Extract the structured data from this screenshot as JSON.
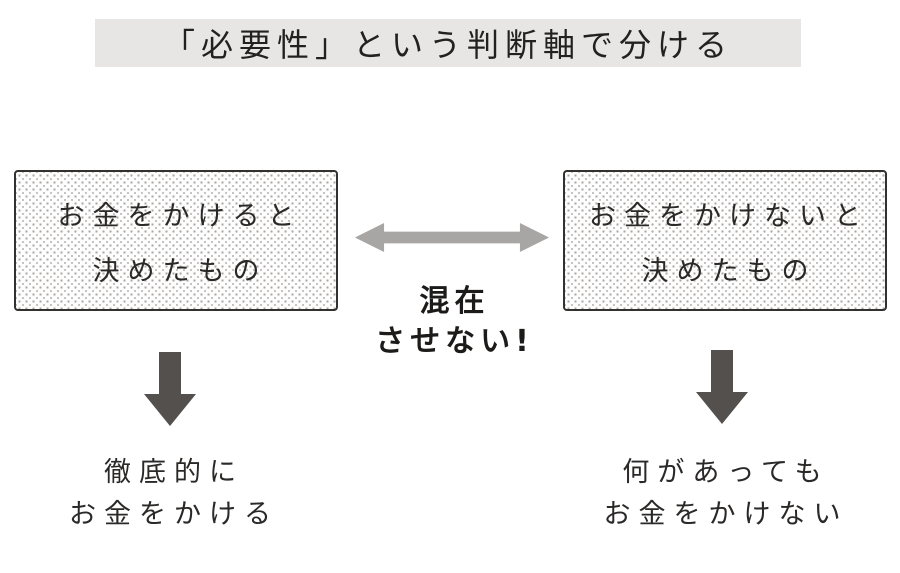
{
  "title": "「必要性」という判断軸で分ける",
  "boxes": {
    "left": {
      "line1": "お金をかけると",
      "line2": "決めたもの"
    },
    "right": {
      "line1": "お金をかけないと",
      "line2": "決めたもの"
    }
  },
  "center": {
    "line1": "混在",
    "line2": "させない!"
  },
  "results": {
    "left": {
      "line1": "徹底的に",
      "line2": "お金をかける"
    },
    "right": {
      "line1": "何があっても",
      "line2": "お金をかけない"
    }
  },
  "icons": {
    "between_boxes": "left-right-arrow-icon",
    "left_flow": "down-arrow-icon",
    "right_flow": "down-arrow-icon"
  },
  "colors": {
    "background": "#ffffff",
    "title_background": "#e7e6e4",
    "box_border": "#33312f",
    "box_dots": "#a9a7a5",
    "double_arrow": "#a8a6a4",
    "down_arrow": "#53504e",
    "text": "#2b2928"
  }
}
